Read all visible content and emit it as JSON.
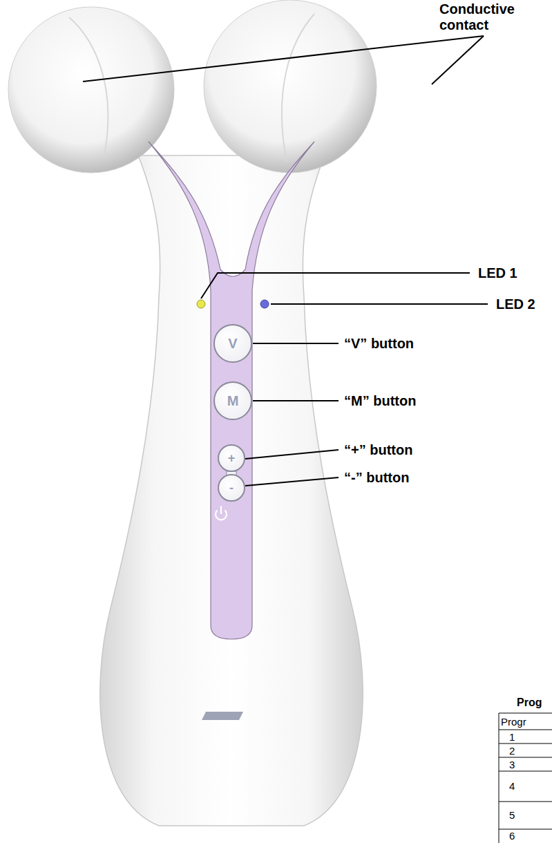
{
  "diagram": {
    "nodes": [
      {
        "text": [
          "V"
        ]
      },
      {
        "text": [
          "M"
        ]
      },
      {
        "text": [
          "+"
        ]
      },
      {
        "text": [
          "-"
        ]
      }
    ],
    "labels": [
      "Conductive contact",
      "LED 1",
      "LED 2",
      "“V” button",
      "“M” button",
      "“+” button",
      "“-” button",
      "Prog",
      "Progr",
      "1",
      "2",
      "3",
      "4",
      "5",
      "6"
    ]
  }
}
